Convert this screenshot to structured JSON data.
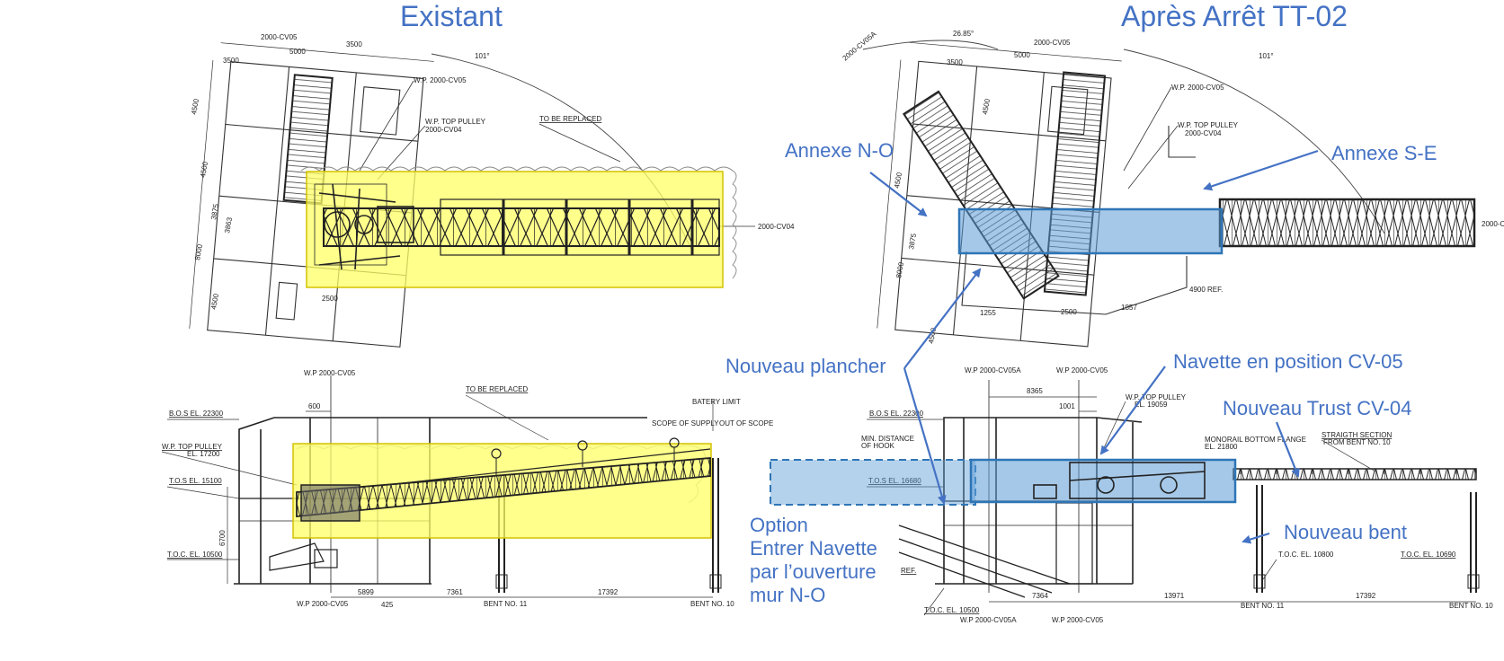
{
  "titles": {
    "left": "Existant",
    "right": "Après Arrêt TT-02"
  },
  "callouts": {
    "annexe_no": "Annexe N-O",
    "annexe_se": "Annexe S-E",
    "nouveau_plancher": "Nouveau plancher",
    "navette_position": "Navette en position CV-05",
    "nouveau_trust": "Nouveau Trust CV-04",
    "nouveau_bent": "Nouveau bent",
    "option_lines": [
      "Option",
      "Entrer Navette",
      "par l’ouverture",
      "mur N-O"
    ]
  },
  "colors": {
    "title_blue": "#4472c4",
    "highlight_yellow": "#ffff66",
    "highlight_yellow_border": "#d4c200",
    "overlay_blue": "#5b9bd5",
    "overlay_blue_border": "#2e75b6",
    "line": "#333333"
  },
  "drawing_labels": {
    "top_left": {
      "cv05": "2000-CV05",
      "dim_3500a": "3500",
      "dim_5000": "5000",
      "dim_3500b": "3500",
      "wp_cv05": "W.P. 2000-CV05",
      "wp_top_pulley": "W.P. TOP PULLEY",
      "wp_top_pulley_2": "2000-CV04",
      "to_be_replaced": "TO BE REPLACED",
      "cv04_end": "2000-CV04",
      "dim_2500": "2500",
      "dim_4500": "4500",
      "dim_8000": "8000",
      "dim_3875": "3875",
      "dim_3863": "3863",
      "angle": "101°"
    },
    "top_right": {
      "cv05a": "2000-CV05A",
      "angle_a": "26.85°",
      "cv05": "2000-CV05",
      "dim_3500": "3500",
      "dim_5000": "5000",
      "wp_cv05": "W.P. 2000-CV05",
      "wp_top_pulley": "W.P. TOP PULLEY",
      "wp_top_pulley_2": "2000-CV04",
      "dim_1255": "1255",
      "dim_2500": "2500",
      "dim_1857": "1857",
      "ref_4900": "4900 REF.",
      "dim_4500": "4500",
      "dim_8000": "8000",
      "dim_3875": "3875",
      "angle": "101°"
    },
    "bottom_left": {
      "wp_cv05": "W.P 2000-CV05",
      "bos": "B.O.S EL. 22300",
      "dim_600": "600",
      "to_be_replaced": "TO BE REPLACED",
      "battery_limit": "BATERY LIMIT",
      "scope_supply": "SCOPE OF SUPPLY",
      "out_of_scope": "OUT OF SCOPE",
      "wp_top_pulley": "W.P. TOP PULLEY",
      "wp_top_pulley_el": "EL. 17200",
      "tos": "T.O.S EL. 15100",
      "toc": "T.O.C. EL. 10500",
      "dim_6700": "6700",
      "dim_5899": "5899",
      "dim_7361": "7361",
      "dim_17392": "17392",
      "dim_425": "425",
      "wp_bottom": "W.P 2000-CV05",
      "bent11": "BENT NO. 11",
      "bent10": "BENT NO. 10"
    },
    "bottom_right": {
      "wp_cv05a": "W.P 2000-CV05A",
      "wp_cv05": "W.P 2000-CV05",
      "dim_8365": "8365",
      "dim_1001": "1001",
      "wp_top_pulley": "W.P. TOP PULLEY",
      "wp_top_pulley_el": "EL. 19059",
      "bos": "B.O.S EL. 22300",
      "min_dist": "MIN. DISTANCE",
      "of_hook": "OF HOOK",
      "monorail": "MONORAIL BOTTOM FLANGE",
      "monorail_el": "EL. 21800",
      "straight": "STRAIGTH SECTION",
      "straight_2": "FROM BENT NO. 10",
      "tos": "T.O.S EL. 16680",
      "toc_10800": "T.O.C. EL. 10800",
      "toc_10690": "T.O.C. EL. 10690",
      "toc_10500": "T.O.C. EL. 10500",
      "ref": "REF.",
      "dim_7364": "7364",
      "dim_13971": "13971",
      "dim_17392": "17392",
      "wp_bottom_a": "W.P 2000-CV05A",
      "wp_bottom_b": "W.P 2000-CV05",
      "bent11": "BENT NO. 11",
      "bent10": "BENT NO. 10"
    }
  }
}
